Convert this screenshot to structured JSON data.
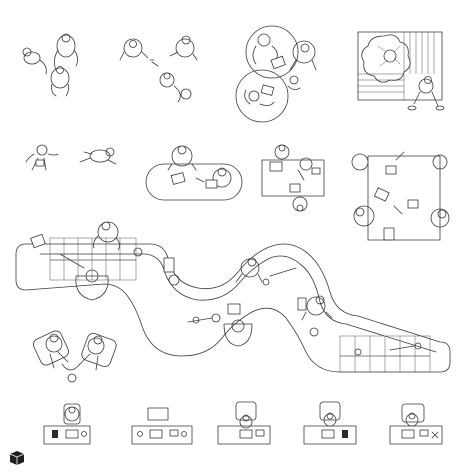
{
  "drawing": {
    "style": "line-art",
    "stroke_color": "#3a3a3a",
    "background": "#ffffff",
    "groups": [
      {
        "id": "lounge-couple"
      },
      {
        "id": "standing-chat"
      },
      {
        "id": "round-tables-laptops"
      },
      {
        "id": "wooden-deck-plant"
      },
      {
        "id": "reading-floor"
      },
      {
        "id": "oval-table-pair"
      },
      {
        "id": "square-desk-meeting"
      },
      {
        "id": "long-table-group"
      },
      {
        "id": "serpentine-desk"
      },
      {
        "id": "armchair-conversation"
      },
      {
        "id": "workstation-row",
        "count": 5
      }
    ]
  },
  "brand": {
    "icon": "cube-logo-icon",
    "color": "#1f1f1f"
  }
}
